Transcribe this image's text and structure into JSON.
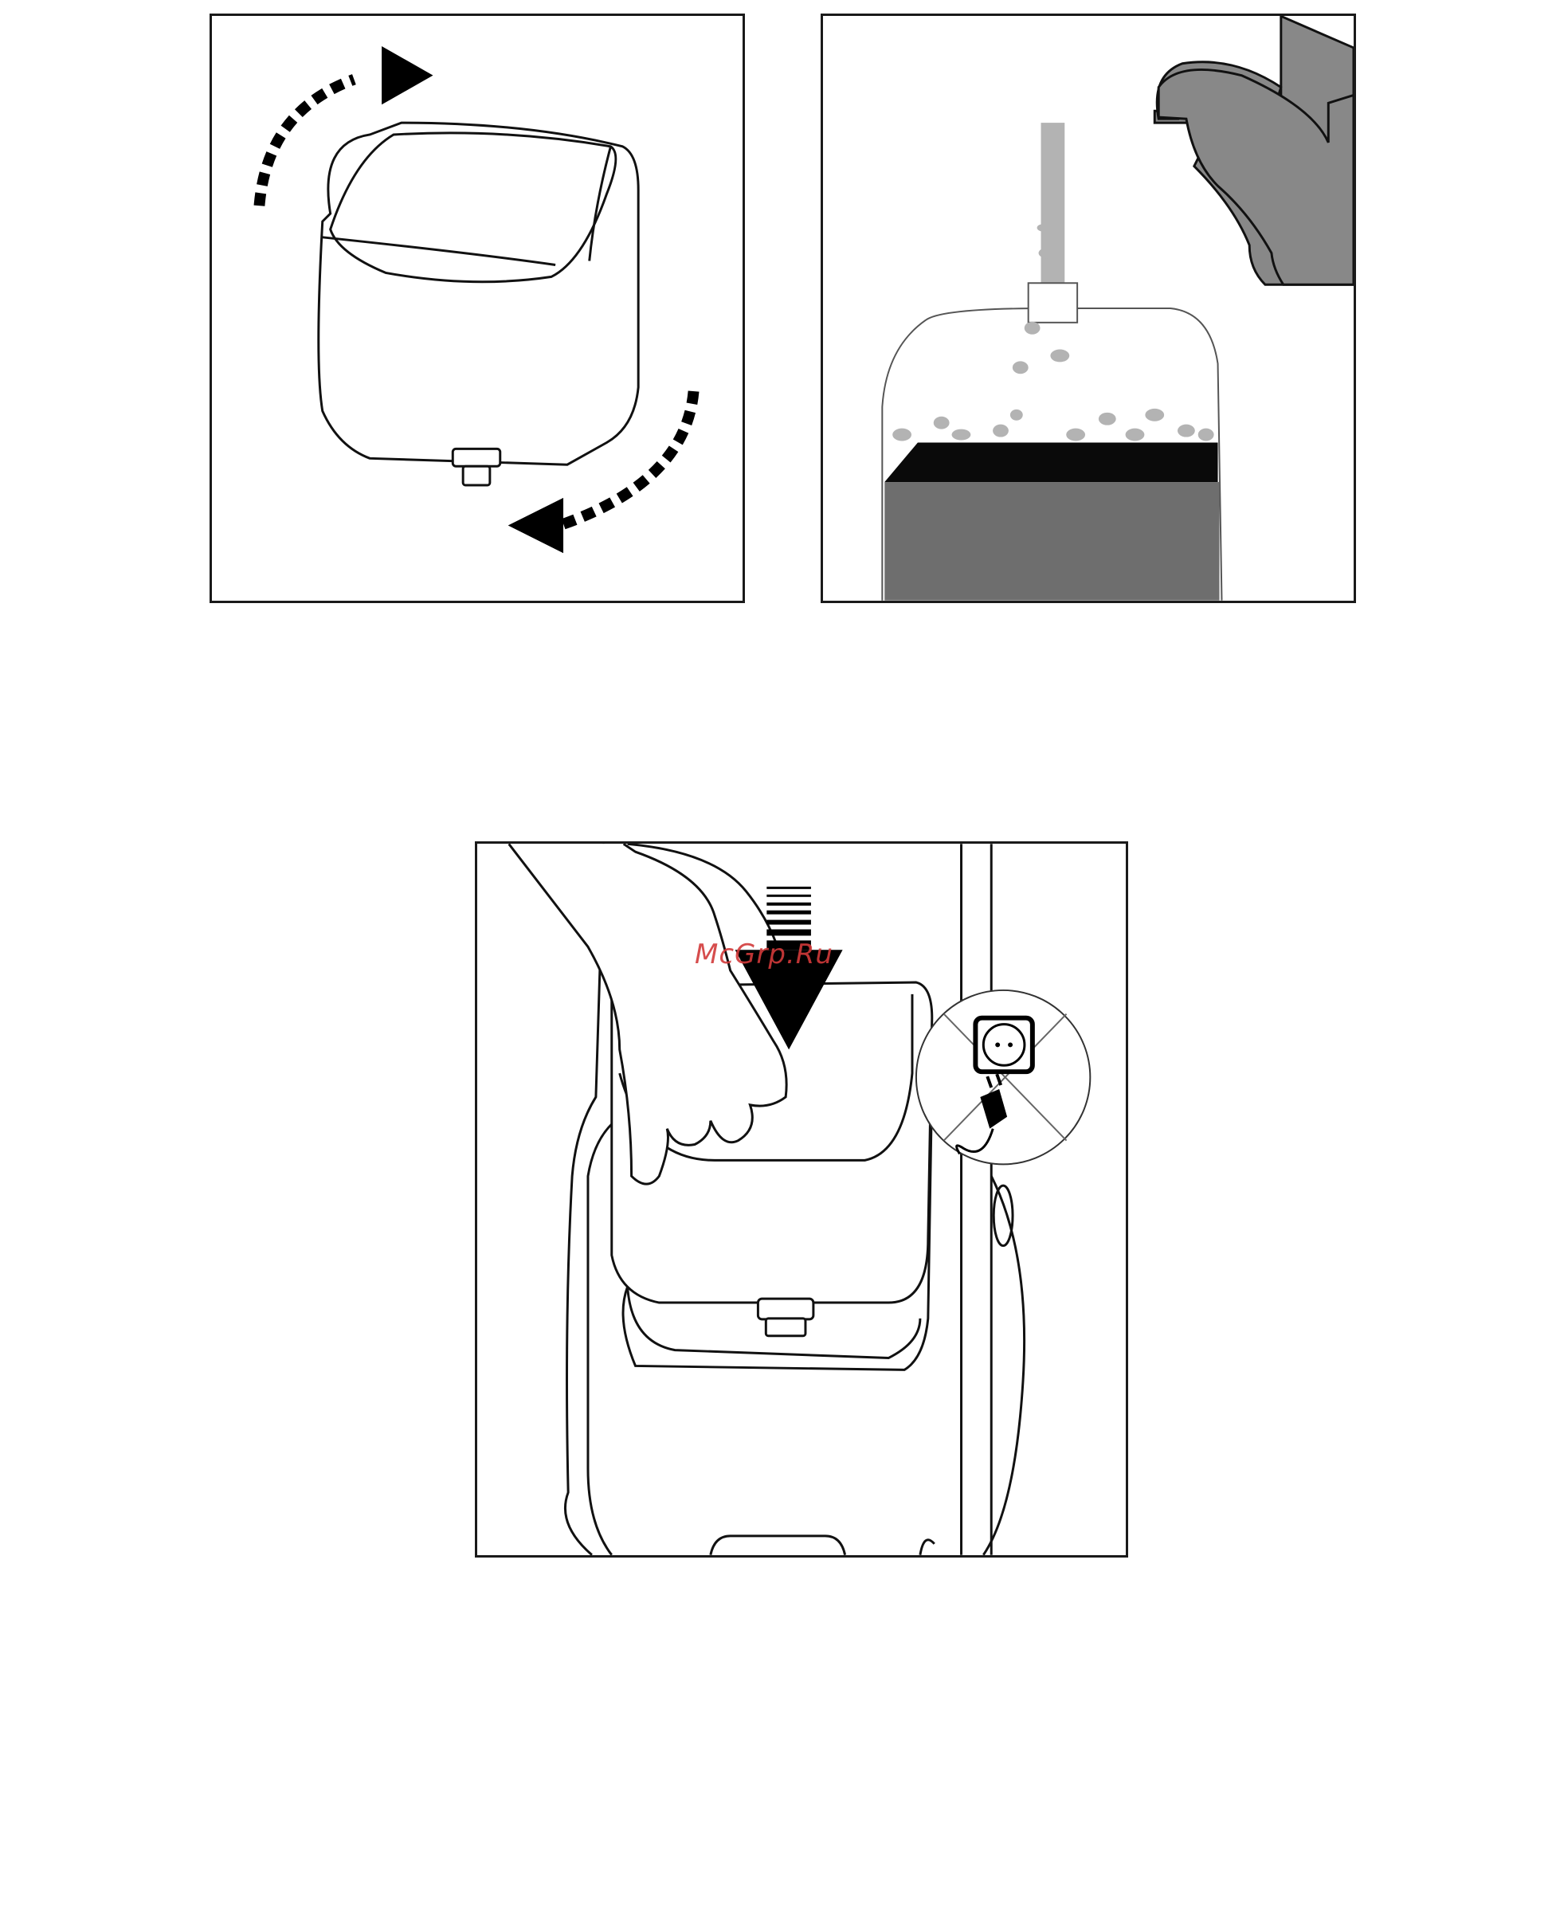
{
  "watermark": {
    "text": "McGrp.Ru"
  },
  "colors": {
    "line": "#1a1a1a",
    "faucet": "#888888",
    "water_stream": "#b3b3b3",
    "tank_water": "#6e6e6e",
    "tank_water_top": "#0a0a0a",
    "watermark": "#d23a3a"
  },
  "figures": [
    {
      "id": "step-1",
      "icons": [
        "rotate-clockwise-arrow-icon",
        "rotate-counterclockwise-arrow-icon",
        "water-tank-icon"
      ]
    },
    {
      "id": "step-2",
      "icons": [
        "faucet-icon",
        "water-stream-icon",
        "open-tank-icon"
      ]
    },
    {
      "id": "step-3",
      "icons": [
        "hand-icon",
        "insert-down-arrow-icon",
        "water-tank-icon",
        "unplugged-warning-icon"
      ]
    }
  ]
}
